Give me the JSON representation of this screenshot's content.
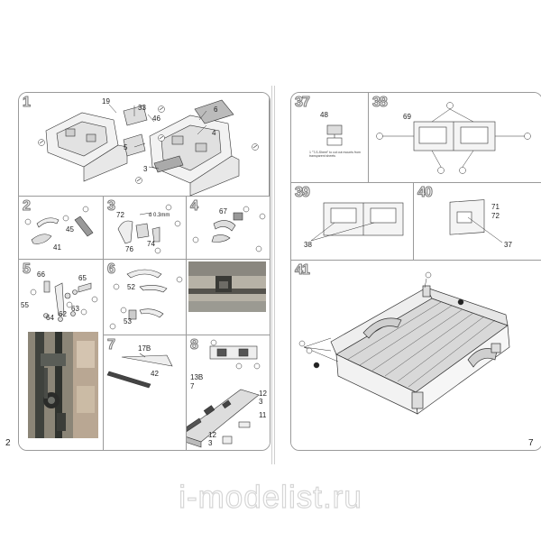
{
  "pages": {
    "left_number": "2",
    "right_number": "7"
  },
  "steps": {
    "s1": {
      "label": "1",
      "parts": [
        "19",
        "33",
        "46",
        "6",
        "4",
        "5",
        "3"
      ]
    },
    "s2": {
      "label": "2",
      "parts": [
        "45",
        "41"
      ]
    },
    "s3": {
      "label": "3",
      "parts": [
        "72",
        "d 0.3mm",
        "76",
        "74"
      ]
    },
    "s4": {
      "label": "4",
      "parts": [
        "67"
      ]
    },
    "s5": {
      "label": "5",
      "parts": [
        "66",
        "65",
        "55",
        "64",
        "62",
        "63"
      ]
    },
    "s6": {
      "label": "6",
      "parts": [
        "52",
        "53"
      ]
    },
    "s7": {
      "label": "7",
      "parts": [
        "17B",
        "42"
      ]
    },
    "s8": {
      "label": "8",
      "parts": [
        "13B",
        "7",
        "12",
        "3",
        "11",
        "12",
        "3"
      ]
    },
    "s37": {
      "label": "37",
      "parts": [
        "48"
      ],
      "note": "1 \"T-S-Sheet\" to cut out mounts from transparent sheets"
    },
    "s38": {
      "label": "38",
      "parts": [
        "69"
      ]
    },
    "s39": {
      "label": "39",
      "parts": [
        "38"
      ]
    },
    "s40": {
      "label": "40",
      "parts": [
        "71",
        "72",
        "37"
      ]
    },
    "s41": {
      "label": "41",
      "parts": []
    }
  },
  "watermark": "i-modelist.ru",
  "icons": [
    "glue-drop-icon",
    "paint-icon"
  ]
}
